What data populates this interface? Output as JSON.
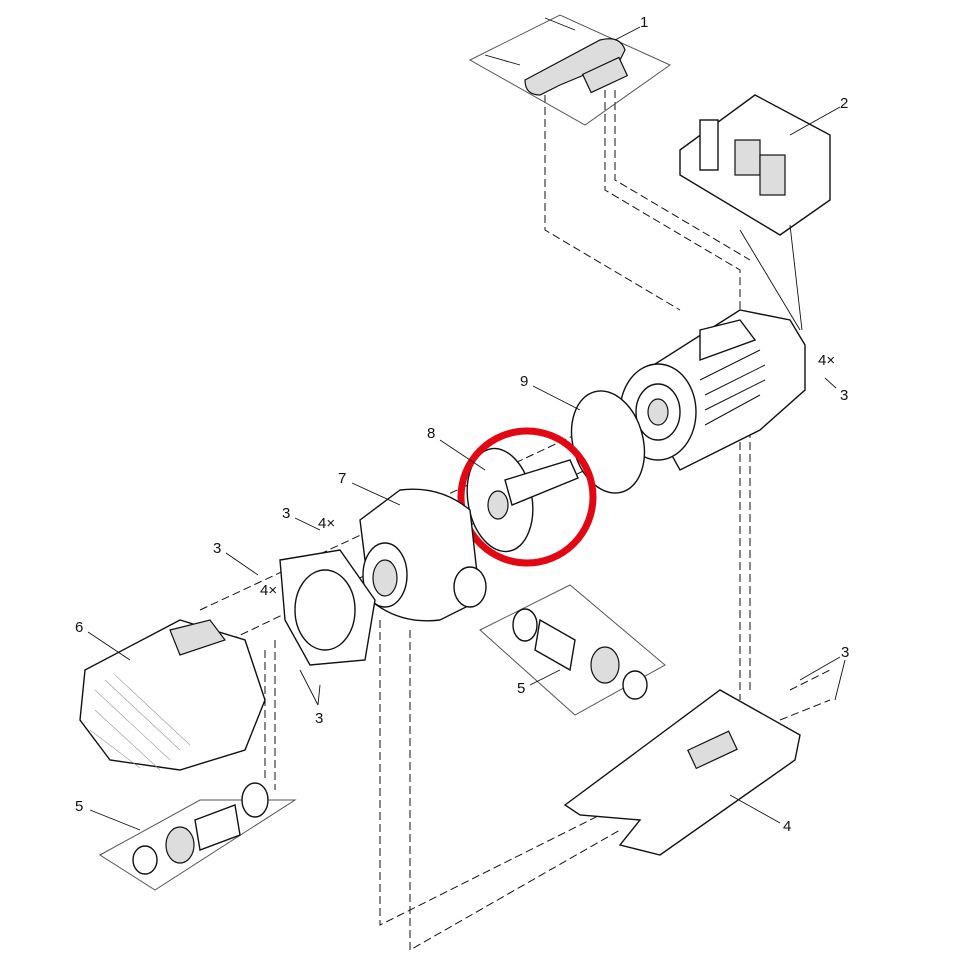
{
  "title": "Pump exploded parts diagram",
  "labels": {
    "p1": "1",
    "p2": "2",
    "p3_motor": "3",
    "qty_motor": "4×",
    "p9": "9",
    "p8": "8",
    "p7": "7",
    "p3_a": "3",
    "qty_a": "4×",
    "p3_b": "3",
    "qty_b": "4×",
    "p6": "6",
    "p3_c": "3",
    "p5_right": "5",
    "p3_base": "3",
    "p4": "4",
    "p5_left": "5"
  },
  "highlight": {
    "target_part": "8",
    "color": "#e30613"
  }
}
